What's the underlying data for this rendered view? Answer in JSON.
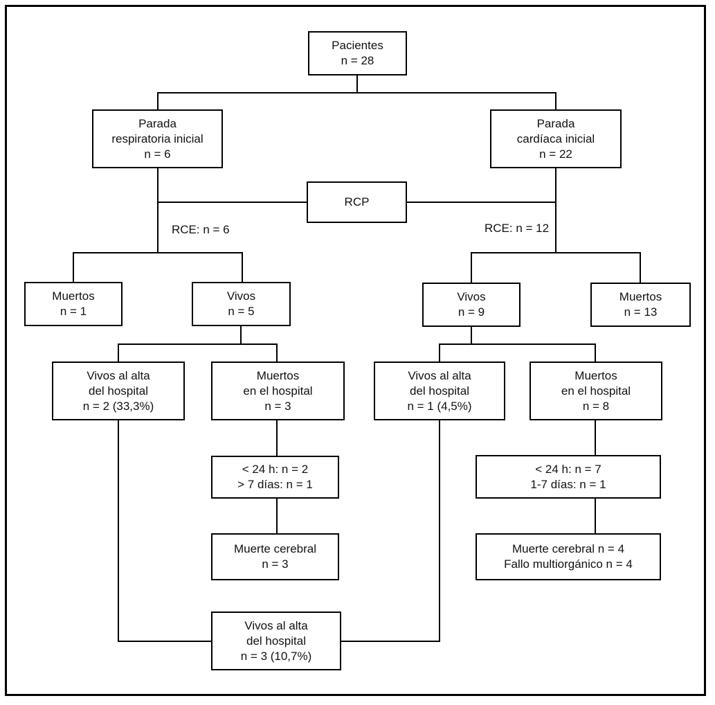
{
  "diagram": {
    "type": "flowchart",
    "language": "es",
    "nodes": {
      "pacientes": "Pacientes\nn = 28",
      "parada_respiratoria": "Parada\nrespiratoria inicial\nn = 6",
      "parada_cardiaca": "Parada\ncardíaca inicial\nn = 22",
      "rcp": "RCP",
      "muertos_1": "Muertos\nn = 1",
      "vivos_5": "Vivos\nn = 5",
      "vivos_9": "Vivos\nn = 9",
      "muertos_13": "Muertos\nn = 13",
      "vivos_alta_2": "Vivos al alta\ndel hospital\nn = 2 (33,3%)",
      "muertos_hospital_3": "Muertos\nen el hospital\nn = 3",
      "vivos_alta_1": "Vivos al alta\ndel hospital\nn = 1 (4,5%)",
      "muertos_hospital_8": "Muertos\nen el hospital\nn = 8",
      "tiempo_izquierda": "< 24 h: n = 2\n> 7 días: n = 1",
      "tiempo_derecha": "< 24 h: n = 7\n1-7 días: n = 1",
      "muerte_cerebral_3": "Muerte cerebral\nn = 3",
      "muerte_cerebral_fallo_4": "Muerte cerebral n = 4\nFallo multiorgánico n = 4",
      "vivos_alta_3": "Vivos al alta\ndel hospital\nn = 3 (10,7%)"
    },
    "edge_labels": {
      "rce_left": "RCE: n = 6",
      "rce_right": "RCE: n = 12"
    },
    "colors": {
      "line": "#000000",
      "box_background": "#ffffff",
      "text": "#111111"
    }
  }
}
